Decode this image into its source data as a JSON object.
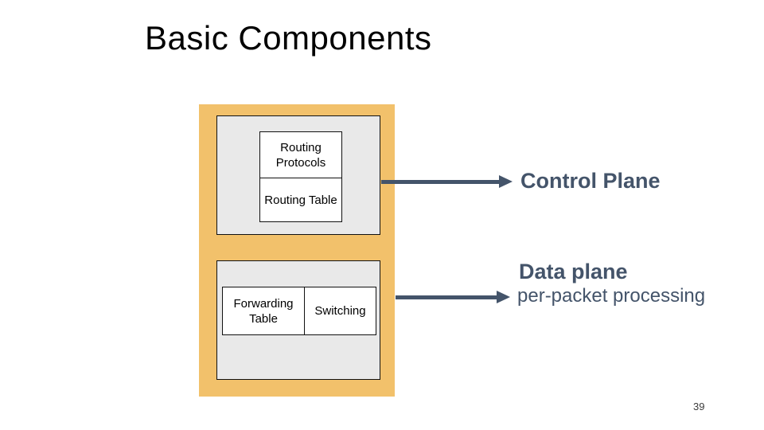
{
  "slide": {
    "title": "Basic Components",
    "page_number": "39"
  },
  "router_diagram": {
    "control_plane_unit": {
      "boxes": [
        {
          "label": "Routing Protocols"
        },
        {
          "label": "Routing Table"
        }
      ]
    },
    "data_plane_unit": {
      "boxes": [
        {
          "label": "Forwarding Table"
        },
        {
          "label": "Switching"
        }
      ]
    }
  },
  "annotations": {
    "control_plane": {
      "label": "Control Plane"
    },
    "data_plane": {
      "label": "Data plane",
      "sublabel": "per-packet processing"
    }
  },
  "icons": {
    "control_arrow": "right-arrow",
    "data_arrow": "right-arrow"
  },
  "colors": {
    "router_body": "#F2C16B",
    "plane_panel": "#E9E9E9",
    "inner_box": "#FFFFFF",
    "accent_text": "#44546A",
    "title_text": "#000000"
  }
}
